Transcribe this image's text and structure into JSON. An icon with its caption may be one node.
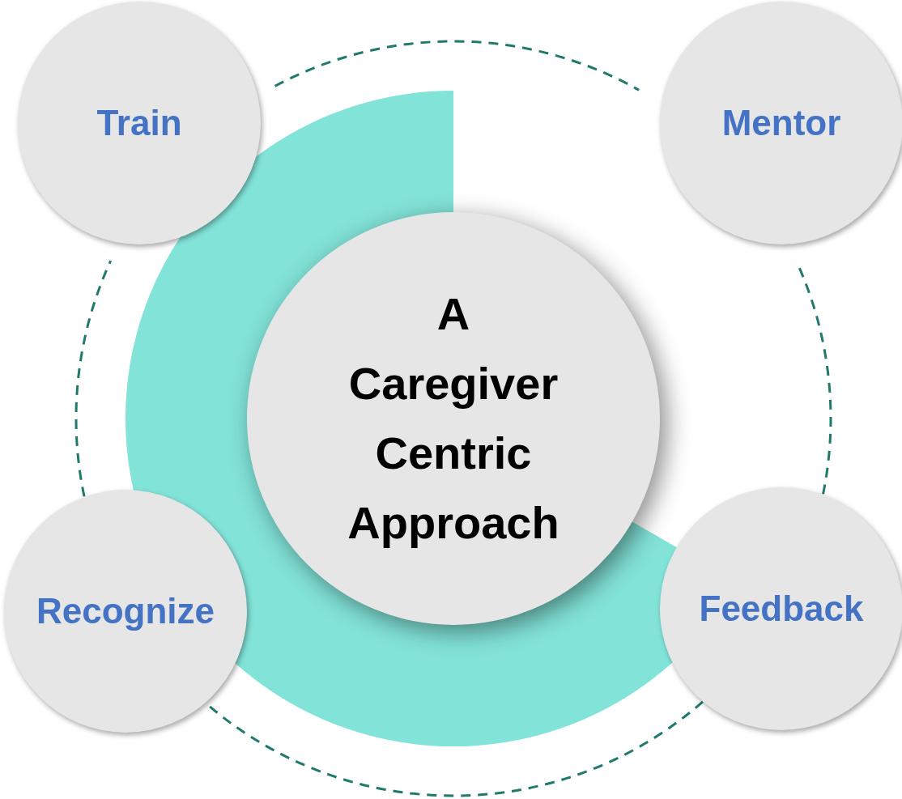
{
  "diagram": {
    "nodes": [
      {
        "text": [
          "Train"
        ]
      },
      {
        "text": [
          "Mentor"
        ]
      },
      {
        "text": [
          "A Caregiver Centric Approach"
        ]
      },
      {
        "text": [
          "Recognize"
        ]
      },
      {
        "text": [
          "Feedback"
        ]
      }
    ],
    "edges": [
      {
        "from": 0,
        "to": 1,
        "arrow": "none",
        "style": "dashed"
      },
      {
        "from": 1,
        "to": 4,
        "arrow": "none",
        "style": "dashed"
      },
      {
        "from": 4,
        "to": 3,
        "arrow": "none",
        "style": "dashed"
      },
      {
        "from": 3,
        "to": 0,
        "arrow": "none",
        "style": "dashed"
      }
    ]
  }
}
